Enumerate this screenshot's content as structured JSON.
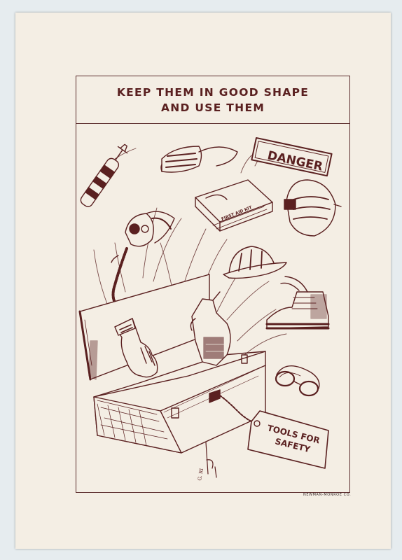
{
  "heading": {
    "line1": "KEEP THEM IN GOOD SHAPE",
    "line2": "AND USE THEM"
  },
  "illustration": {
    "danger_sign": "DANGER",
    "first_aid_box": "FIRST AID KIT",
    "tag_line1": "TOOLS FOR",
    "tag_line2": "SAFETY",
    "artist_signature": "G. RI"
  },
  "footer": {
    "printer": "NEWMAN-MONROE CO."
  },
  "colors": {
    "ink": "#5a2020",
    "paper": "#f4eee4",
    "background": "#e6ecef"
  }
}
